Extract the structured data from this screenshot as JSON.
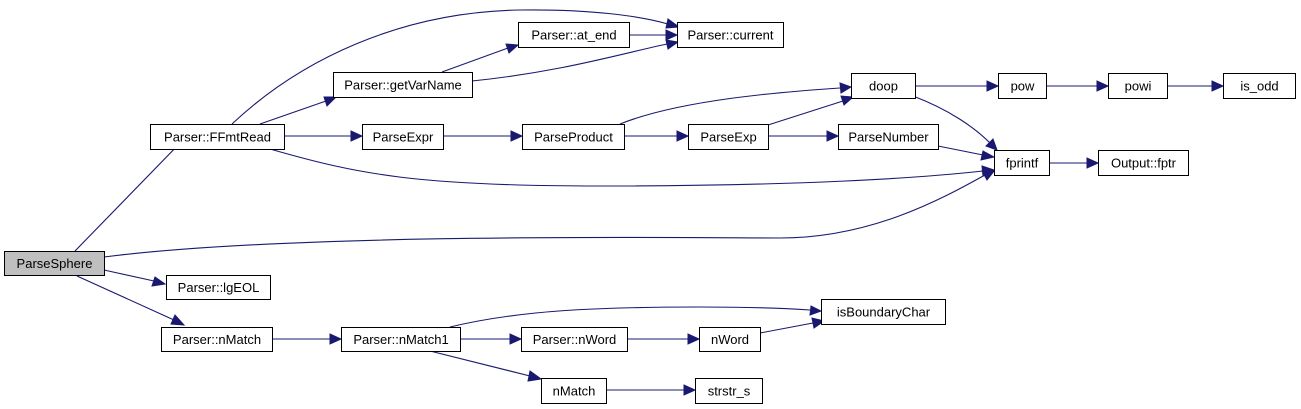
{
  "colors": {
    "edge": "#191970",
    "root_fill": "#bfbfbf",
    "node_fill": "#ffffff",
    "node_border": "#000000"
  },
  "nodes": {
    "parse_sphere": "ParseSphere",
    "ffmt_read": "Parser::FFmtRead",
    "ig_eol": "Parser::lgEOL",
    "n_match": "Parser::nMatch",
    "get_var_name": "Parser::getVarName",
    "parse_expr": "ParseExpr",
    "n_match1": "Parser::nMatch1",
    "at_end": "Parser::at_end",
    "parse_product": "ParseProduct",
    "current": "Parser::current",
    "parser_nword": "Parser::nWord",
    "n_match_free": "nMatch",
    "parse_exp": "ParseExp",
    "nword": "nWord",
    "strstr_s": "strstr_s",
    "doop": "doop",
    "parse_number": "ParseNumber",
    "is_boundary_char": "isBoundaryChar",
    "pow": "pow",
    "fprintf": "fprintf",
    "output_fptr": "Output::fptr",
    "powi": "powi",
    "is_odd": "is_odd"
  }
}
